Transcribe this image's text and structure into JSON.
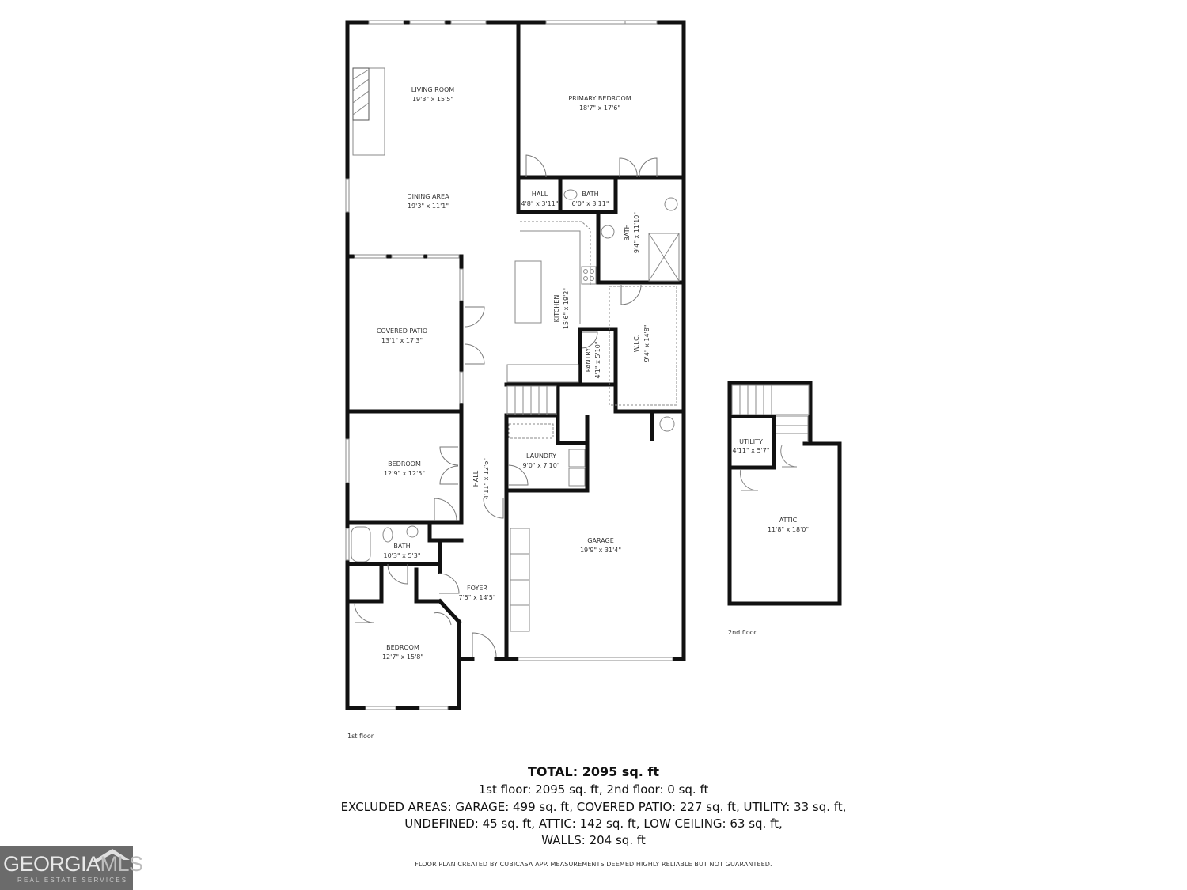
{
  "floors": [
    {
      "label": "1st floor",
      "rooms": [
        {
          "name": "LIVING ROOM",
          "dims": "19'3\" x 15'5\""
        },
        {
          "name": "DINING AREA",
          "dims": "19'3\" x 11'1\""
        },
        {
          "name": "PRIMARY BEDROOM",
          "dims": "18'7\" x 17'6\""
        },
        {
          "name": "HALL",
          "dims": "4'8\" x 3'11\""
        },
        {
          "name": "BATH",
          "dims": "6'0\" x 3'11\""
        },
        {
          "name": "BATH",
          "dims": "9'4\" x 11'10\""
        },
        {
          "name": "KITCHEN",
          "dims": "15'6\" x 19'2\""
        },
        {
          "name": "COVERED PATIO",
          "dims": "13'1\" x 17'3\""
        },
        {
          "name": "PANTRY",
          "dims": "4'1\" x 5'10\""
        },
        {
          "name": "W.I.C.",
          "dims": "9'4\" x 14'8\""
        },
        {
          "name": "BEDROOM",
          "dims": "12'9\" x 12'5\""
        },
        {
          "name": "HALL",
          "dims": "4'11\" x 12'6\""
        },
        {
          "name": "LAUNDRY",
          "dims": "9'0\" x 7'10\""
        },
        {
          "name": "GARAGE",
          "dims": "19'9\" x 31'4\""
        },
        {
          "name": "BATH",
          "dims": "10'3\" x 5'3\""
        },
        {
          "name": "FOYER",
          "dims": "7'5\" x 14'5\""
        },
        {
          "name": "BEDROOM",
          "dims": "12'7\" x 15'8\""
        }
      ]
    },
    {
      "label": "2nd floor",
      "rooms": [
        {
          "name": "UTILITY",
          "dims": "4'11\" x 5'7\""
        },
        {
          "name": "ATTIC",
          "dims": "11'8\" x 18'0\""
        }
      ]
    }
  ],
  "summary": {
    "total": "TOTAL: 2095 sq. ft",
    "floors_line": "1st floor: 2095 sq. ft, 2nd floor: 0 sq. ft",
    "excluded_line_1": "EXCLUDED AREAS: GARAGE: 499 sq. ft, COVERED PATIO: 227 sq. ft, UTILITY: 33 sq. ft,",
    "excluded_line_2": "UNDEFINED: 45 sq. ft, ATTIC: 142 sq. ft, LOW CEILING: 63 sq. ft,",
    "excluded_line_3": "WALLS: 204 sq. ft",
    "disclaimer": "FLOOR PLAN CREATED BY CUBICASA APP. MEASUREMENTS DEEMED HIGHLY RELIABLE BUT NOT GUARANTEED."
  },
  "logo": {
    "brand_main": "GEORGIA",
    "brand_accent": "MLS",
    "tagline": "REAL ESTATE SERVICES",
    "bg_color": "#6b6b6b"
  },
  "colors": {
    "wall": "#111111",
    "fixture": "#888888",
    "background": "#ffffff"
  }
}
